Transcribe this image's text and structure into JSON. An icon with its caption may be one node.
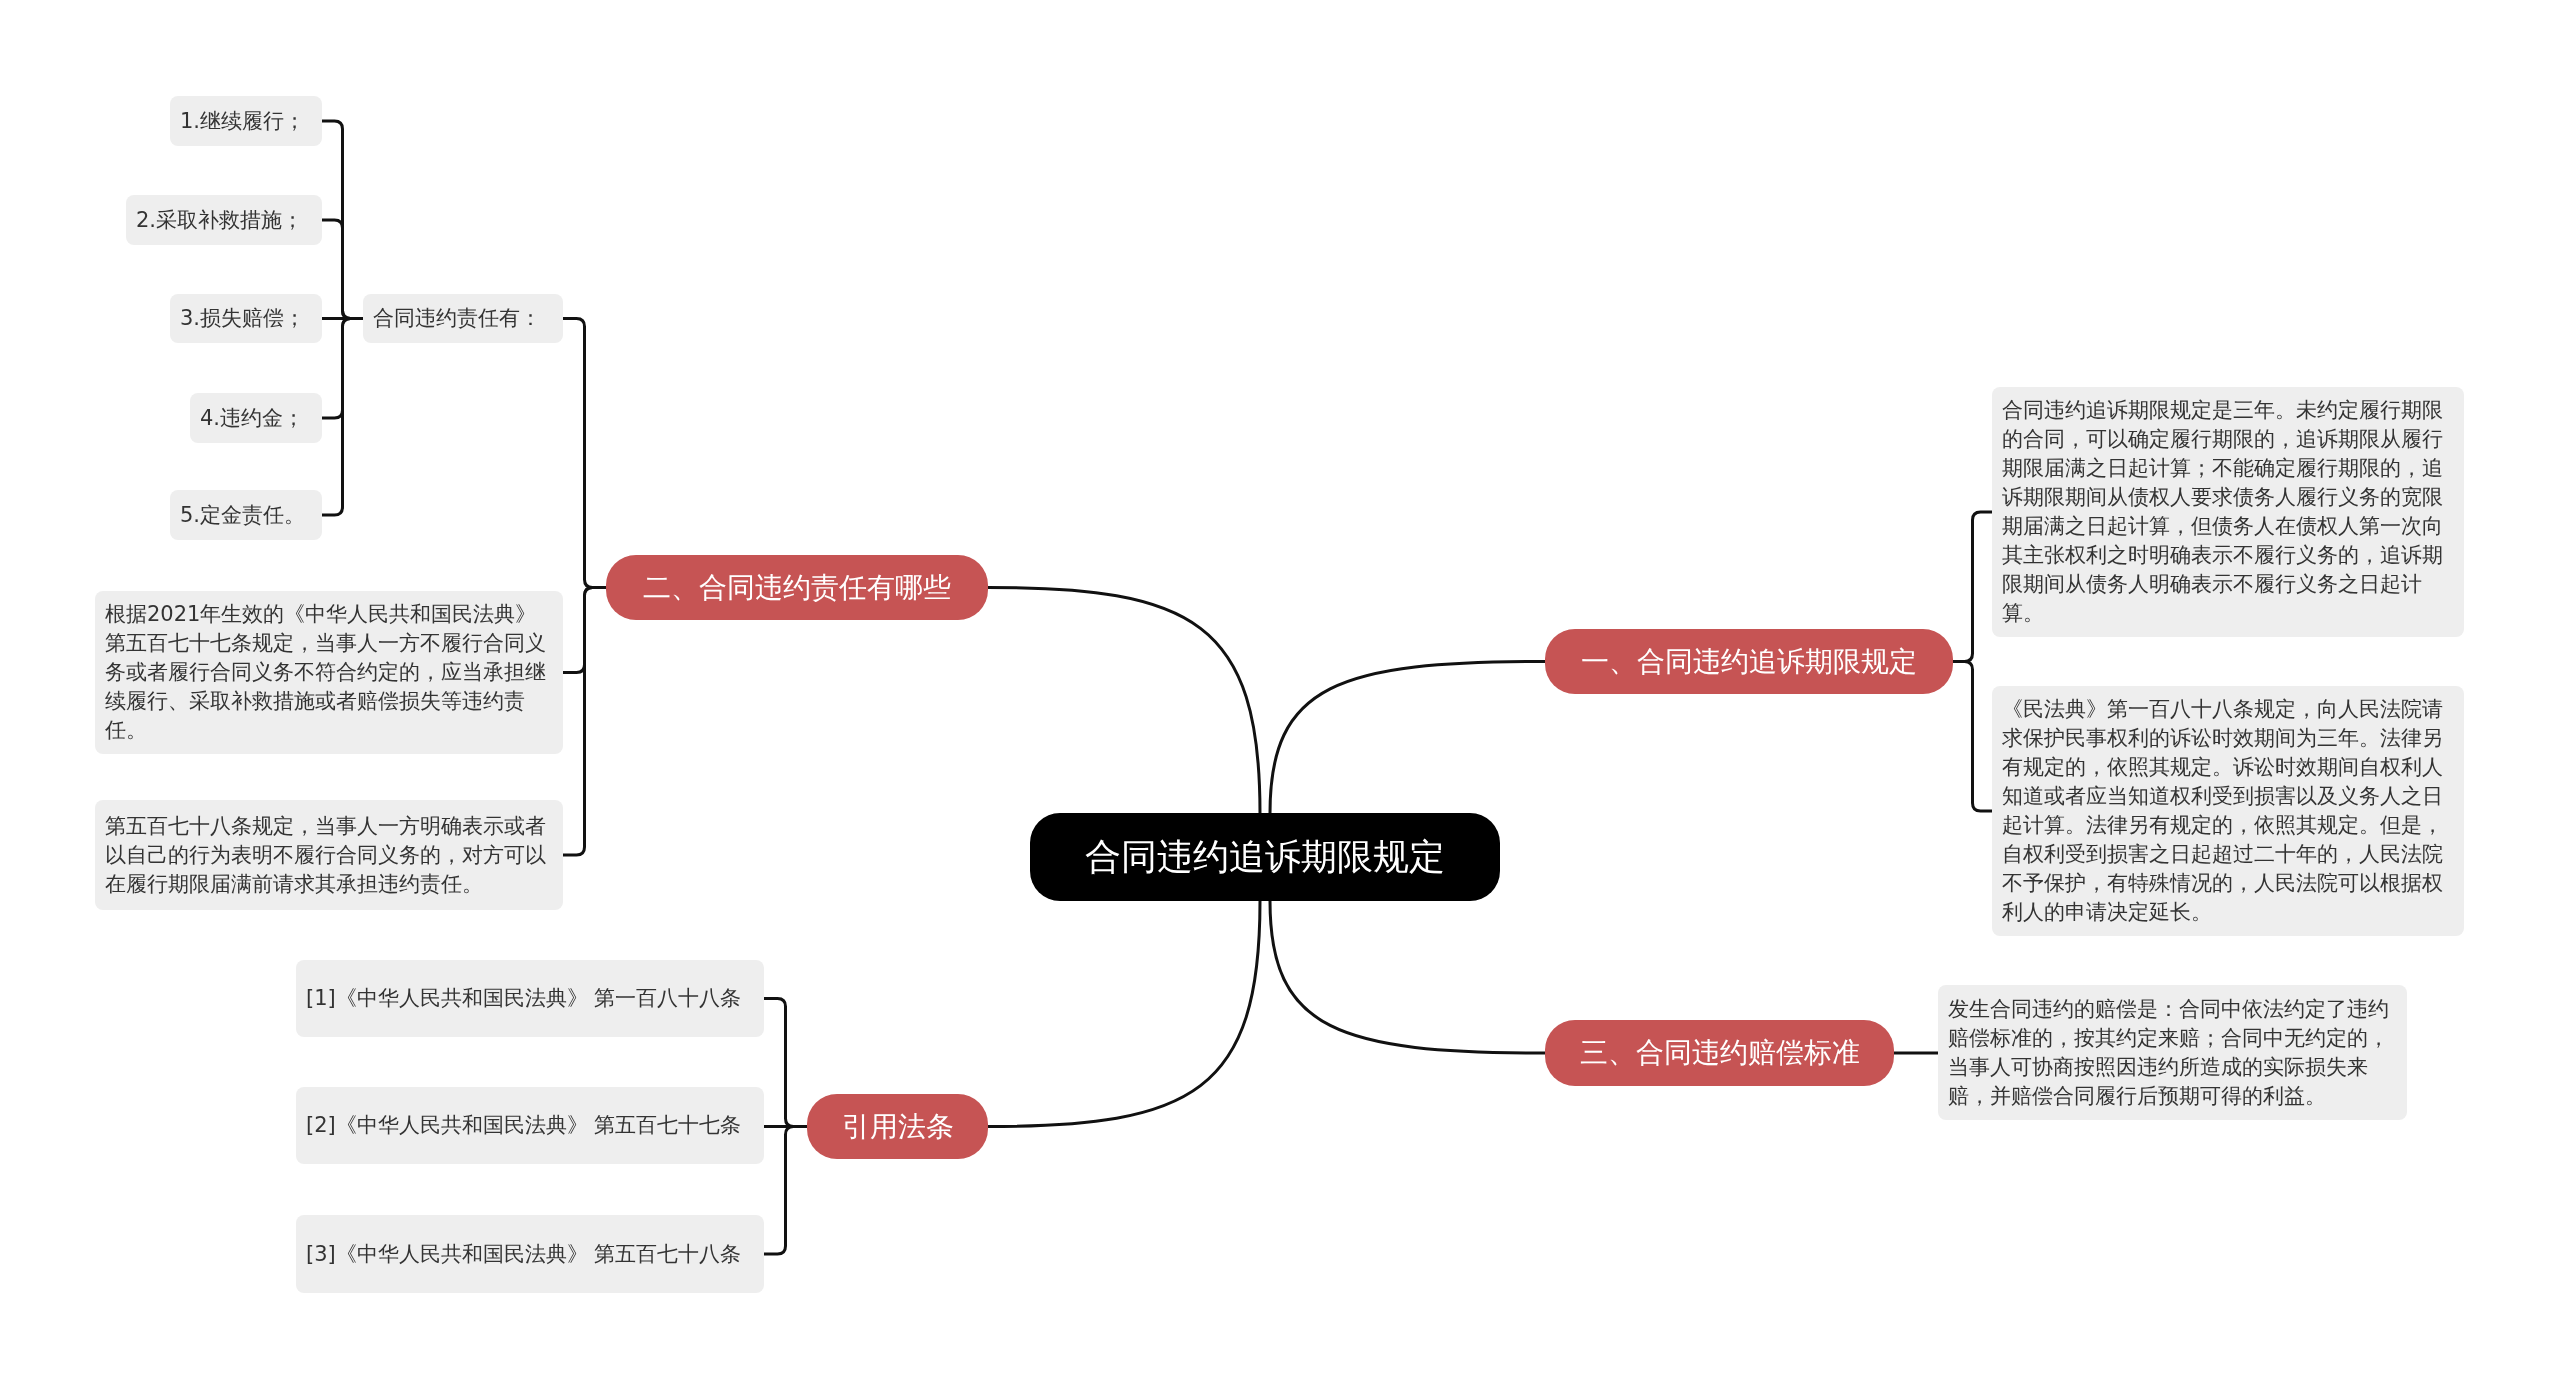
{
  "diagram": {
    "nodes": [
      {
        "text": [
          "合同违约追诉期限规定"
        ]
      },
      {
        "text": [
          "一、合同违约追诉期限规定"
        ]
      },
      {
        "text": [
          "合同违约追诉期限规定是三年。未约定履行期限的合同，可以确定履行期限的，追诉期限从履行期限届满之日起计算；不能确定履行期限的，追诉期限期间从债权人要求债务人履行义务的宽限期届满之日起计算，但债务人在债权人第一次向其主张权利之时明确表示不履行义务的，追诉期限期间从债务人明确表示不履行义务之日起计算。"
        ]
      },
      {
        "text": [
          "《民法典》第一百八十八条规定，向人民法院请求保护民事权利的诉讼时效期间为三年。法律另有规定的，依照其规定。诉讼时效期间自权利人知道或者应当知道权利受到损害以及义务人之日起计算。法律另有规定的，依照其规定。但是，自权利受到损害之日起超过二十年的，人民法院不予保护，有特殊情况的，人民法院可以根据权利人的申请决定延长。"
        ]
      },
      {
        "text": [
          "三、合同违约赔偿标准"
        ]
      },
      {
        "text": [
          "发生合同违约的赔偿是：合同中依法约定了违约赔偿标准的，按其约定来赔；合同中无约定的，当事人可协商按照因违约所造成的实际损失来赔，并赔偿合同履行后预期可得的利益。"
        ]
      },
      {
        "text": [
          "二、合同违约责任有哪些"
        ]
      },
      {
        "text": [
          "合同违约责任有："
        ]
      },
      {
        "text": [
          "1.继续履行；"
        ]
      },
      {
        "text": [
          "2.采取补救措施；"
        ]
      },
      {
        "text": [
          "3.损失赔偿；"
        ]
      },
      {
        "text": [
          "4.违约金；"
        ]
      },
      {
        "text": [
          "5.定金责任。"
        ]
      },
      {
        "text": [
          "根据2021年生效的《中华人民共和国民法典》第五百七十七条规定，当事人一方不履行合同义务或者履行合同义务不符合约定的，应当承担继续履行、采取补救措施或者赔偿损失等违约责任。"
        ]
      },
      {
        "text": [
          "第五百七十八条规定，当事人一方明确表示或者以自己的行为表明不履行合同义务的，对方可以在履行期限届满前请求其承担违约责任。"
        ]
      },
      {
        "text": [
          "引用法条"
        ]
      },
      {
        "text": [
          "[1]《中华人民共和国民法典》 第一百八十八条"
        ]
      },
      {
        "text": [
          "[2]《中华人民共和国民法典》 第五百七十七条"
        ]
      },
      {
        "text": [
          "[3]《中华人民共和国民法典》 第五百七十八条"
        ]
      }
    ],
    "edges": [
      {
        "from": 0,
        "to": 1,
        "arrow": "none"
      },
      {
        "from": 1,
        "to": 2,
        "arrow": "none"
      },
      {
        "from": 1,
        "to": 3,
        "arrow": "none"
      },
      {
        "from": 0,
        "to": 4,
        "arrow": "none"
      },
      {
        "from": 4,
        "to": 5,
        "arrow": "none"
      },
      {
        "from": 0,
        "to": 6,
        "arrow": "none"
      },
      {
        "from": 6,
        "to": 7,
        "arrow": "none"
      },
      {
        "from": 7,
        "to": 8,
        "arrow": "none"
      },
      {
        "from": 7,
        "to": 9,
        "arrow": "none"
      },
      {
        "from": 7,
        "to": 10,
        "arrow": "none"
      },
      {
        "from": 7,
        "to": 11,
        "arrow": "none"
      },
      {
        "from": 7,
        "to": 12,
        "arrow": "none"
      },
      {
        "from": 6,
        "to": 13,
        "arrow": "none"
      },
      {
        "from": 6,
        "to": 14,
        "arrow": "none"
      },
      {
        "from": 0,
        "to": 15,
        "arrow": "none"
      },
      {
        "from": 15,
        "to": 16,
        "arrow": "none"
      },
      {
        "from": 15,
        "to": 17,
        "arrow": "none"
      },
      {
        "from": 15,
        "to": 18,
        "arrow": "none"
      }
    ]
  }
}
